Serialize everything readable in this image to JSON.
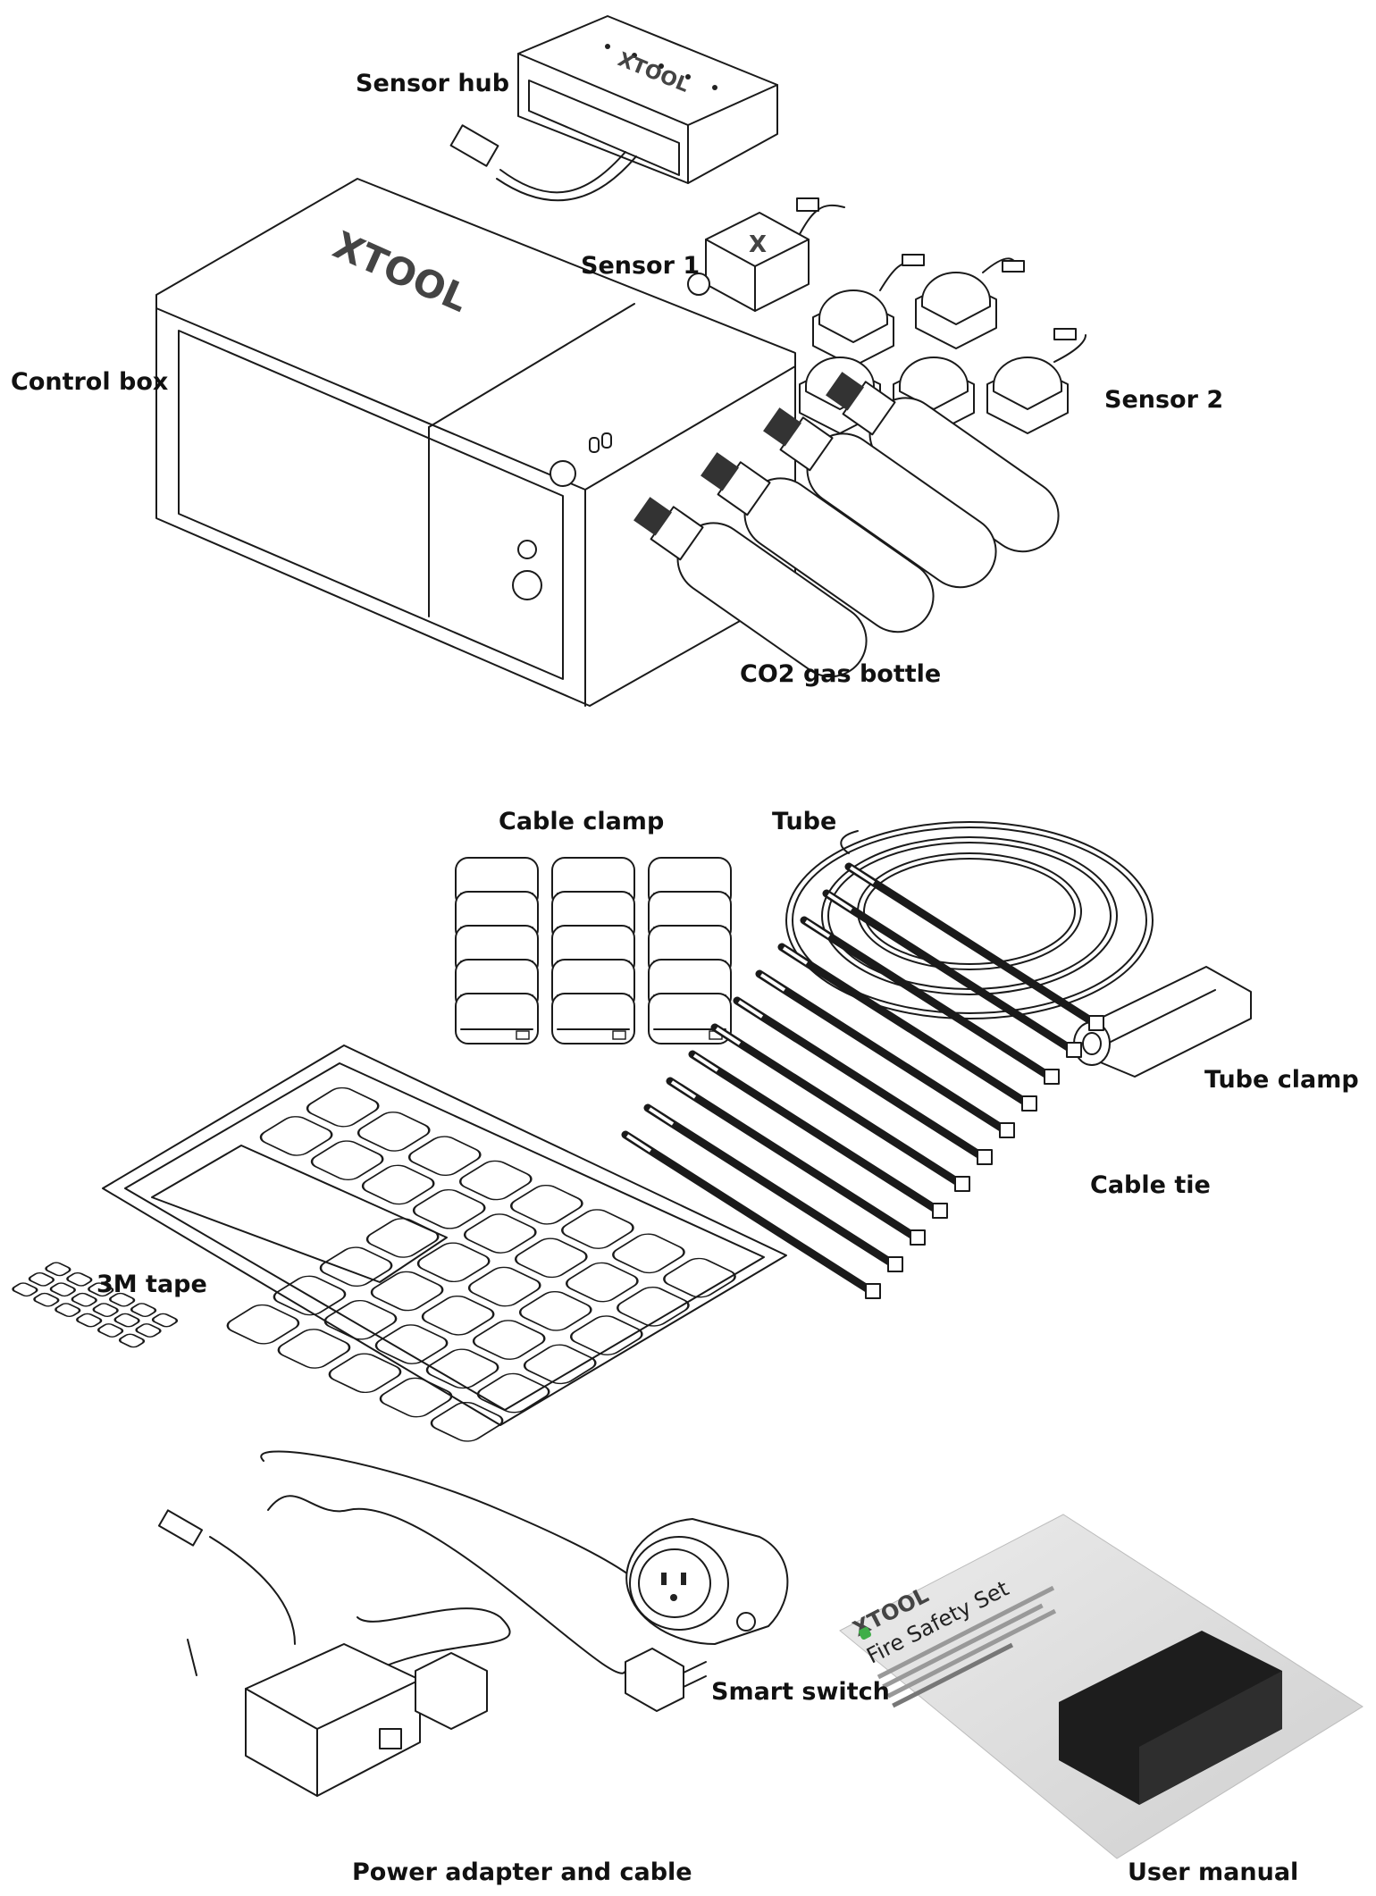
{
  "labels": {
    "sensor_hub": "Sensor hub",
    "sensor_1": "Sensor 1",
    "control_box": "Control box",
    "sensor_2": "Sensor 2",
    "co2_bottle": "CO2 gas bottle",
    "cable_clamp": "Cable clamp",
    "tube": "Tube",
    "tube_clamp": "Tube clamp",
    "cable_tie": "Cable tie",
    "tape_3m": "3M tape",
    "smart_switch": "Smart switch",
    "power_adapter": "Power adapter and cable",
    "user_manual": "User manual"
  },
  "brand": {
    "logo_text": "XTOOL",
    "accent_color": "#3fae49"
  },
  "manual_cover": {
    "brand": "XTOOL",
    "title": "Fire Safety Set"
  }
}
